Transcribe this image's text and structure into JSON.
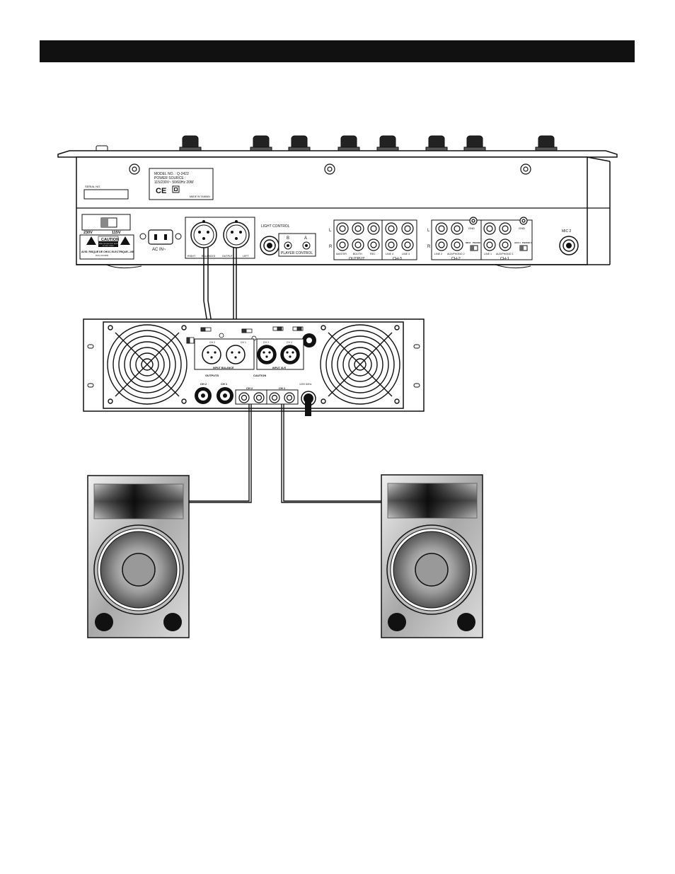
{
  "mixer": {
    "serial_label": "SERIAL NO.",
    "model_line": "MODEL NO. : Q-2422",
    "power_line": "POWER SOURCE :",
    "power_spec": "115/230V~ 50/60Hz 20W",
    "made_in": "MADE IN TAIWAN",
    "voltage_230": "230V",
    "voltage_115": "115V",
    "caution_title": "CAUTION",
    "caution_line1": "RISK OF ELECTRIC SHOCK",
    "caution_line2": "DO NOT OPEN",
    "avis_line": "AVIS: RISQUE DE CHOC ELECTRIQUE—NE",
    "avis_line2": "PAS OUVRIR",
    "ac_in": "AC IN~",
    "xlr_right": "RIGHT",
    "xlr_balanced": "BALANCED",
    "xlr_output": "OUTPUT",
    "xlr_left": "LEFT",
    "light_control": "LIGHT CONTROL",
    "player_b": "B",
    "player_a": "A",
    "player_control": "PLAYER CONTROL",
    "ch_l": "L",
    "ch_r": "R",
    "rca_master": "MASTER",
    "rca_booth": "BOOTH",
    "rca_rec": "REC",
    "output_label": "OUTPUT",
    "line4": "LINE 4",
    "line3": "LINE 3",
    "ch3_label": "CH-3",
    "gnd": "GND",
    "line2": "LINE 2",
    "aux_phono2": "AUX/PHONO 2",
    "mic2_phono2": "MIC2",
    "phono2": "PHONO 2",
    "ch2_label": "CH-2",
    "line1": "LINE 1",
    "aux_phono1": "AUX/PHONO 1",
    "aux1": "AUX 1",
    "phono1": "PHONO 1",
    "ch1_label": "CH-1",
    "mic2": "MIC 2"
  },
  "amplifier": {
    "input_balanced": "INPUT BALANCE",
    "input_xlr": "INPUT XLR",
    "ch2": "CH 2",
    "ch1": "CH 1",
    "outputs": "OUTPUTS",
    "caution": "CAUTION",
    "mains": "120V 60Hz"
  }
}
